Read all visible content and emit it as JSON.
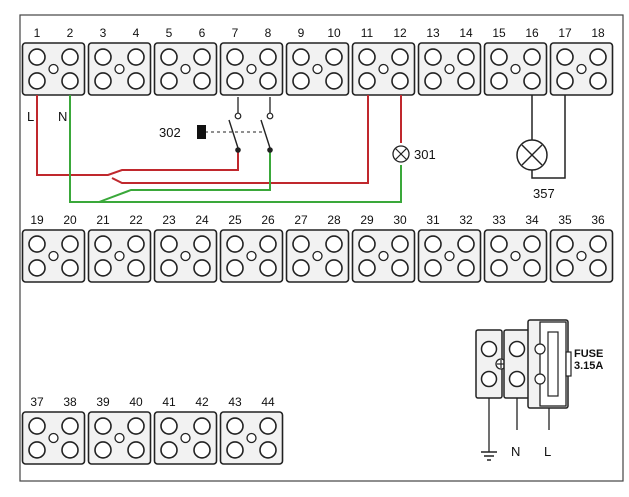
{
  "diagram": {
    "row1_terminals": [
      "1",
      "2",
      "3",
      "4",
      "5",
      "6",
      "7",
      "8",
      "9",
      "10",
      "11",
      "12",
      "13",
      "14",
      "15",
      "16",
      "17",
      "18"
    ],
    "row2_terminals": [
      "19",
      "20",
      "21",
      "22",
      "23",
      "24",
      "25",
      "26",
      "27",
      "28",
      "29",
      "30",
      "31",
      "32",
      "33",
      "34",
      "35",
      "36"
    ],
    "row3_terminals": [
      "37",
      "38",
      "39",
      "40",
      "41",
      "42",
      "43",
      "44"
    ],
    "left_labels": {
      "live": "L",
      "neutral": "N"
    },
    "switch_label": "302",
    "lamp_label": "301",
    "indicator_label": "357",
    "fuse": {
      "line1": "FUSE",
      "line2": "3.15A"
    },
    "bottom_labels": {
      "earth": "⏚",
      "neutral": "N",
      "live": "L"
    },
    "colors": {
      "live_wire": "#c0282d",
      "neutral_wire": "#3aa83a",
      "ink": "#222222"
    }
  }
}
